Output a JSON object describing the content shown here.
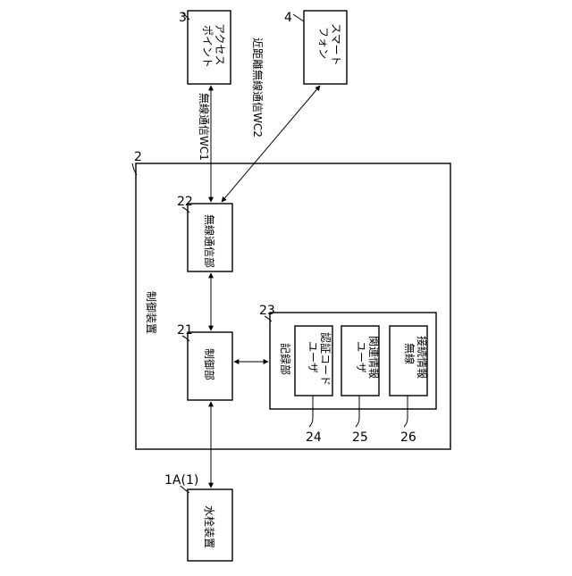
{
  "diagram": {
    "access_point": {
      "ref": "3",
      "line1": "アクセス",
      "line2": "ポイント"
    },
    "smartphone": {
      "ref": "4",
      "line1": "スマート",
      "line2": "フォン"
    },
    "control_device": {
      "ref": "2",
      "label": "制御装置"
    },
    "wireless_comm_unit": {
      "ref": "22",
      "label": "無線通信部"
    },
    "control_unit": {
      "ref": "21",
      "label": "制御部"
    },
    "recording_unit": {
      "ref": "23",
      "label": "記録部"
    },
    "user_auth_code": {
      "ref": "24",
      "line1": "ユーザ",
      "line2": "認証コード"
    },
    "user_related_info": {
      "ref": "25",
      "line1": "ユーザ",
      "line2": "関連情報"
    },
    "wireless_conn_info": {
      "ref": "26",
      "line1": "無線",
      "line2": "接続情報"
    },
    "faucet_device": {
      "ref": "1A(1)",
      "label": "水栓装置"
    },
    "link_wc1": "無線通信WC1",
    "link_wc2": "近距離無線通信WC2"
  }
}
